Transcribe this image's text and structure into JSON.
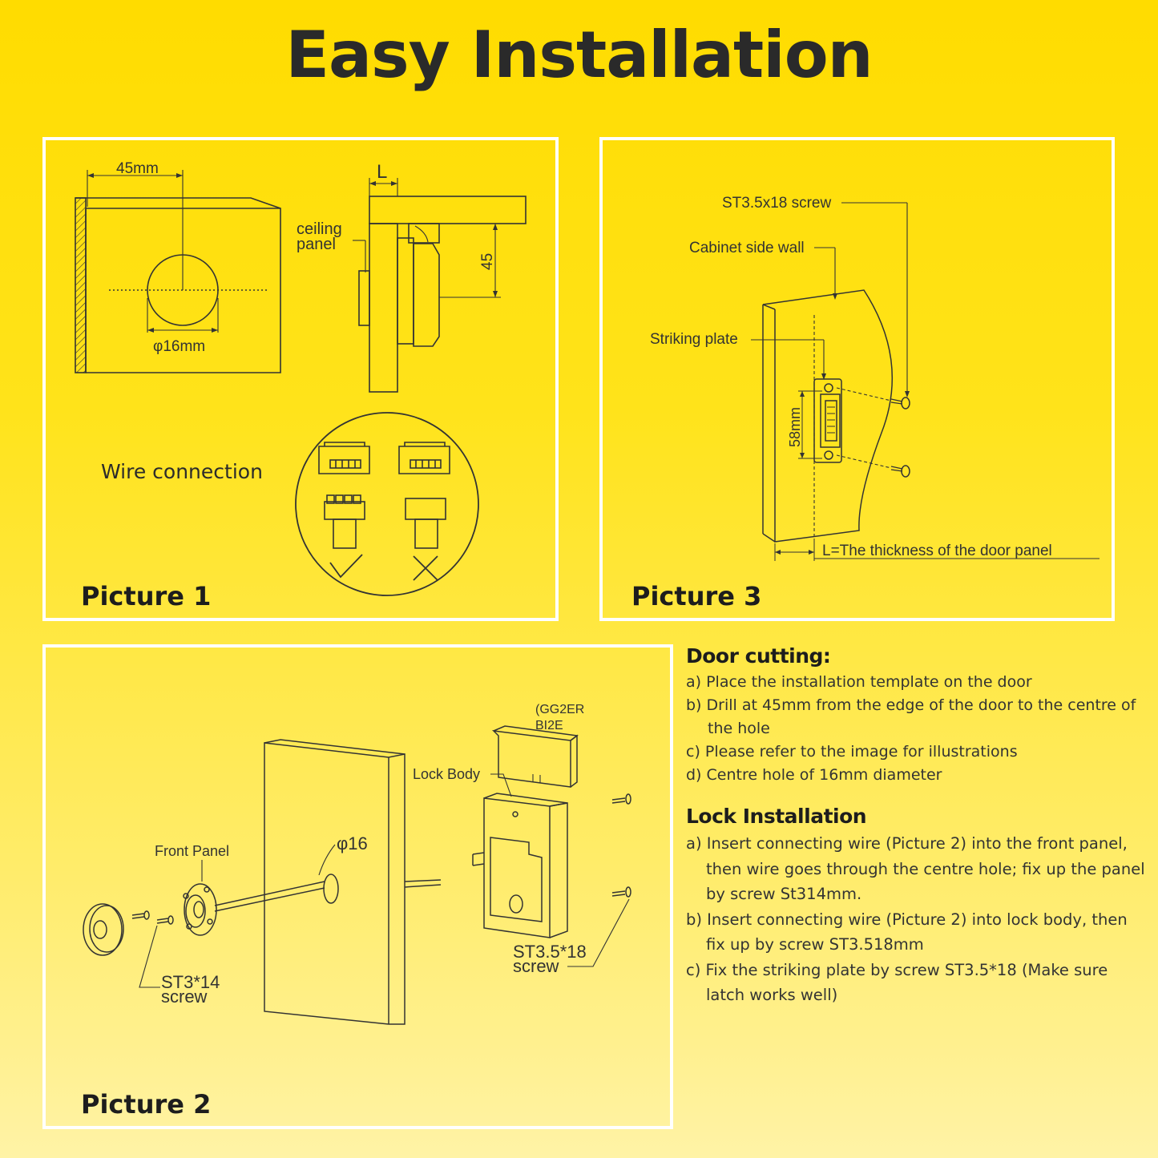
{
  "title": "Easy Installation",
  "colors": {
    "background": "#FFDC00",
    "frame": "#ffffff",
    "ink": "#333333"
  },
  "picture1": {
    "label": "Picture 1",
    "dim_45mm": "45mm",
    "dim_phi16mm": "φ16mm",
    "dim_L": "L",
    "dim_45": "45",
    "ceiling_line1": "ceiling",
    "ceiling_line2": "panel",
    "wire_connection": "Wire connection"
  },
  "picture3": {
    "label": "Picture 3",
    "screw": "ST3.5x18 screw",
    "wall": "Cabinet side wall",
    "plate": "Striking plate",
    "dim_58mm": "58mm",
    "thickness": "L=The thickness of the door panel"
  },
  "picture2": {
    "label": "Picture 2",
    "code_line1": "(GG2ER",
    "code_line2": "BI2E",
    "lock_body": "Lock Body",
    "front_panel": "Front Panel",
    "phi16": "φ16",
    "screw_st35_line1": "ST3.5*18",
    "screw_st35_line2": "screw",
    "screw_st3_line1": "ST3*14",
    "screw_st3_line2": "screw"
  },
  "instructions": {
    "door_cutting": {
      "heading": "Door cutting:",
      "steps": [
        "a) Place the installation template on the door",
        "b) Drill at 45mm from the edge of the door to the centre of the hole",
        "c) Please refer to the image for illustrations",
        "d) Centre hole of 16mm diameter"
      ]
    },
    "lock_installation": {
      "heading": "Lock Installation",
      "steps": [
        "a) Insert connecting wire (Picture 2) into the front panel, then wire goes through the centre hole; fix up the panel by screw St314mm.",
        "b) Insert connecting wire (Picture 2) into lock body, then fix up by screw ST3.518mm",
        "c) Fix the striking plate by screw ST3.5*18 (Make sure latch works well)"
      ]
    }
  }
}
